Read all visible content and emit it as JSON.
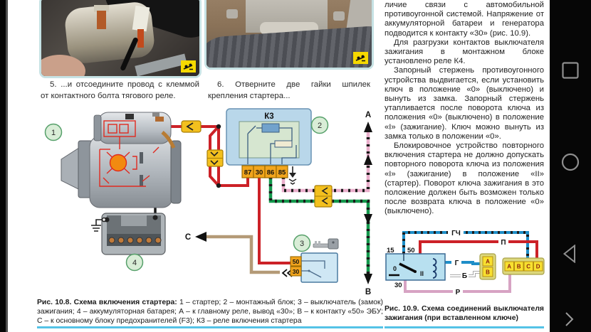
{
  "page": {
    "steps": [
      {
        "caption": "5. ...и отсоедините провод с клеммой от контактного болта тягового реле."
      },
      {
        "caption": "6. Отверните две гайки шпилек крепления стартера..."
      }
    ],
    "column_text": {
      "p1": "личие связи с автомобильной противоугонной системой. Напряжение от аккумуляторной батареи и генератора подводится к контакту «30» (рис. 10.9).",
      "p2": "Для разгрузки контактов выключателя зажигания в монтажном блоке установлено реле К4.",
      "p3": "Запорный стержень противоугонного устройства выдвигается, если установить ключ в положение «0» (выключено) и вынуть из замка. Запорный стержень утапливается после поворота ключа из положения «0» (выключено) в положение «I» (зажигание). Ключ можно вынуть из замка только в положении «0».",
      "p4": "Блокировочное устройство повторного включения стартера не должно допускать повторного поворота ключа из положения «I» (зажигание) в положение «II» (стартер). Поворот ключа зажигания в это положение должен быть возможен только после возврата ключа в положение «0» (выключено)."
    },
    "fig108": {
      "callout1": "1",
      "callout2": "2",
      "callout3": "3",
      "callout4": "4",
      "relay_label": "К3",
      "terminals": [
        "87",
        "30",
        "86",
        "85"
      ],
      "ignition_terminals": [
        "50",
        "30"
      ],
      "label_a": "А",
      "label_b": "В",
      "label_c": "С",
      "caption_title": "Рис. 10.8. Схема включения стартера:",
      "caption_body": " 1 – стартер; 2 – монтажный блок; 3 – выключатель (замок) зажигания; 4 – аккумуляторная батарея; А – к главному реле, вывод «30»; В – к контакту «50» ЭБУ; С – к основному блоку предохранителей (F3); К3 – реле включения стартера"
    },
    "fig109": {
      "t15": "15",
      "t50": "50",
      "t30": "30",
      "pos0": "0",
      "pos2": "II",
      "w_gch": "ГЧ",
      "w_p": "П",
      "w_g": "Г",
      "w_b": "Б",
      "w_r": "Р",
      "conn_ab": [
        "A",
        "B"
      ],
      "conn_abcd": [
        "A",
        "B",
        "C",
        "D"
      ],
      "caption_title": "Рис. 10.9. Схема соединений выключателя зажигания",
      "caption_body": " (при вставленном ключе)"
    },
    "colors": {
      "wire_red": "#cc2127",
      "wire_black": "#1a1a1a",
      "wire_pink": "#e9aecb",
      "wire_green": "#13984c",
      "wire_brown": "#b49a77",
      "wire_blue": "#1e8ec8",
      "wire_rose": "#d7a3c3",
      "connector_yellow": "#f3c01e",
      "terminal_orange": "#f2a51d",
      "rule_blue": "#54c3e6"
    }
  },
  "navbar": {
    "recents_icon": "square",
    "home_icon": "circle",
    "back_icon": "triangle-left",
    "next_page_icon": "chevron-right"
  }
}
